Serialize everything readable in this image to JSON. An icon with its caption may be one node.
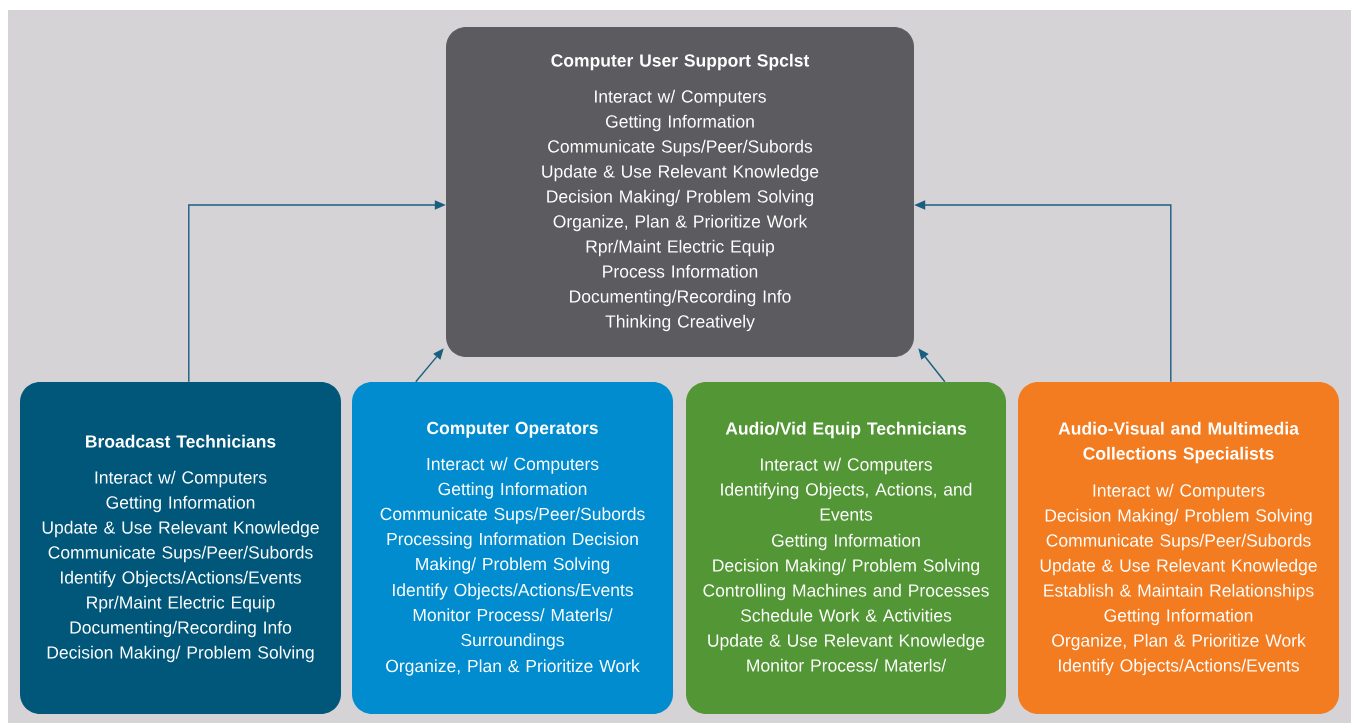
{
  "diagram": {
    "nodes": [
      {
        "text": [
          "Computer User Support Spclst",
          "Interact w/ Computers",
          "Getting Information",
          "Communicate Sups/Peer/Subords",
          "Update & Use Relevant Knowledge",
          "Decision Making/ Problem Solving",
          "Organize, Plan & Prioritize Work",
          "Rpr/Maint Electric Equip",
          "Process Information",
          "Documenting/Recording Info",
          "Thinking Creatively"
        ]
      },
      {
        "text": [
          "Broadcast Technicians",
          "Interact w/ Computers",
          "Getting Information",
          "Update & Use Relevant Knowledge",
          "Communicate Sups/Peer/Subords",
          "Identify Objects/Actions/Events",
          "Rpr/Maint Electric Equip",
          "Documenting/Recording Info",
          "Decision Making/ Problem Solving"
        ]
      },
      {
        "text": [
          "Computer Operators",
          "Interact w/ Computers",
          "Getting Information",
          "Communicate Sups/Peer/Subords",
          "Processing Information Decision Making/ Problem Solving",
          "Identify Objects/Actions/Events",
          "Monitor Process/ Materls/ Surroundings",
          "Organize, Plan & Prioritize Work"
        ]
      },
      {
        "text": [
          "Audio/Vid Equip Technicians",
          "Interact w/ Computers",
          "Identifying Objects, Actions, and Events",
          "Getting Information",
          "Decision Making/ Problem Solving",
          "Controlling Machines and Processes",
          "Schedule Work & Activities",
          "Update & Use Relevant Knowledge",
          "Monitor Process/ Materls/"
        ]
      },
      {
        "text": [
          "Audio-Visual and Multimedia Collections Specialists",
          "Interact w/ Computers",
          "Decision Making/ Problem Solving",
          "Communicate Sups/Peer/Subords",
          "Update & Use Relevant Knowledge",
          "Establish & Maintain Relationships",
          "Getting Information",
          "Organize, Plan & Prioritize Work",
          "Identify Objects/Actions/Events"
        ]
      }
    ],
    "edges": [
      {
        "from": 1,
        "to": 0,
        "arrow": "to"
      },
      {
        "from": 2,
        "to": 0,
        "arrow": "to"
      },
      {
        "from": 3,
        "to": 0,
        "arrow": "to"
      },
      {
        "from": 4,
        "to": 0,
        "arrow": "to"
      }
    ]
  }
}
